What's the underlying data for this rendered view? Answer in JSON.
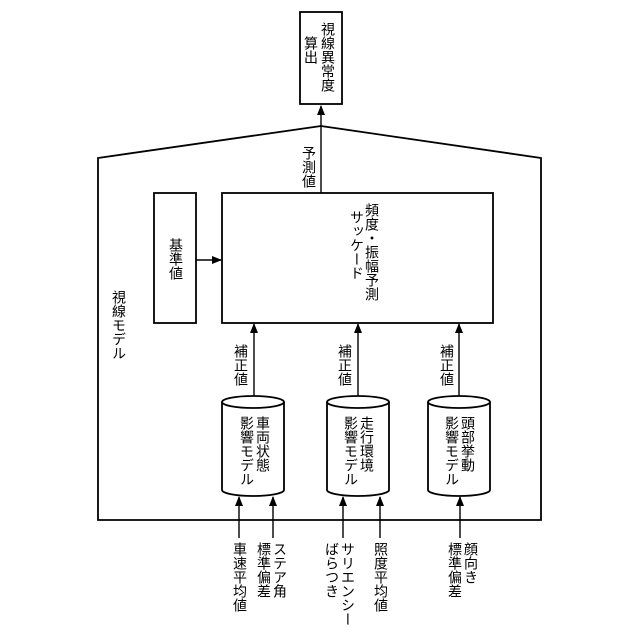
{
  "output_box": {
    "line1": "視線異常度",
    "line2": "算出"
  },
  "prediction_label": "予測値",
  "model_label": "視線モデル",
  "reference_box": {
    "label": "基準値"
  },
  "main_box": {
    "line1": "サッケード",
    "line2": "頻度・振幅予測"
  },
  "correction_label": "補正値",
  "cylinders": [
    {
      "line1": "車両状態",
      "line2": "影響モデル"
    },
    {
      "line1": "走行環境",
      "line2": "影響モデル"
    },
    {
      "line1": "頭部挙動",
      "line2": "影響モデル"
    }
  ],
  "inputs": {
    "vehicle_speed": "車速平均値",
    "steering": {
      "line1": "ステア角",
      "line2": "標準偏差"
    },
    "saliency": {
      "line1": "サリエンシー",
      "line2": "ばらつき"
    },
    "illuminance": "照度平均値",
    "face_dir": {
      "line1": "顔向き",
      "line2": "標準偏差"
    }
  }
}
